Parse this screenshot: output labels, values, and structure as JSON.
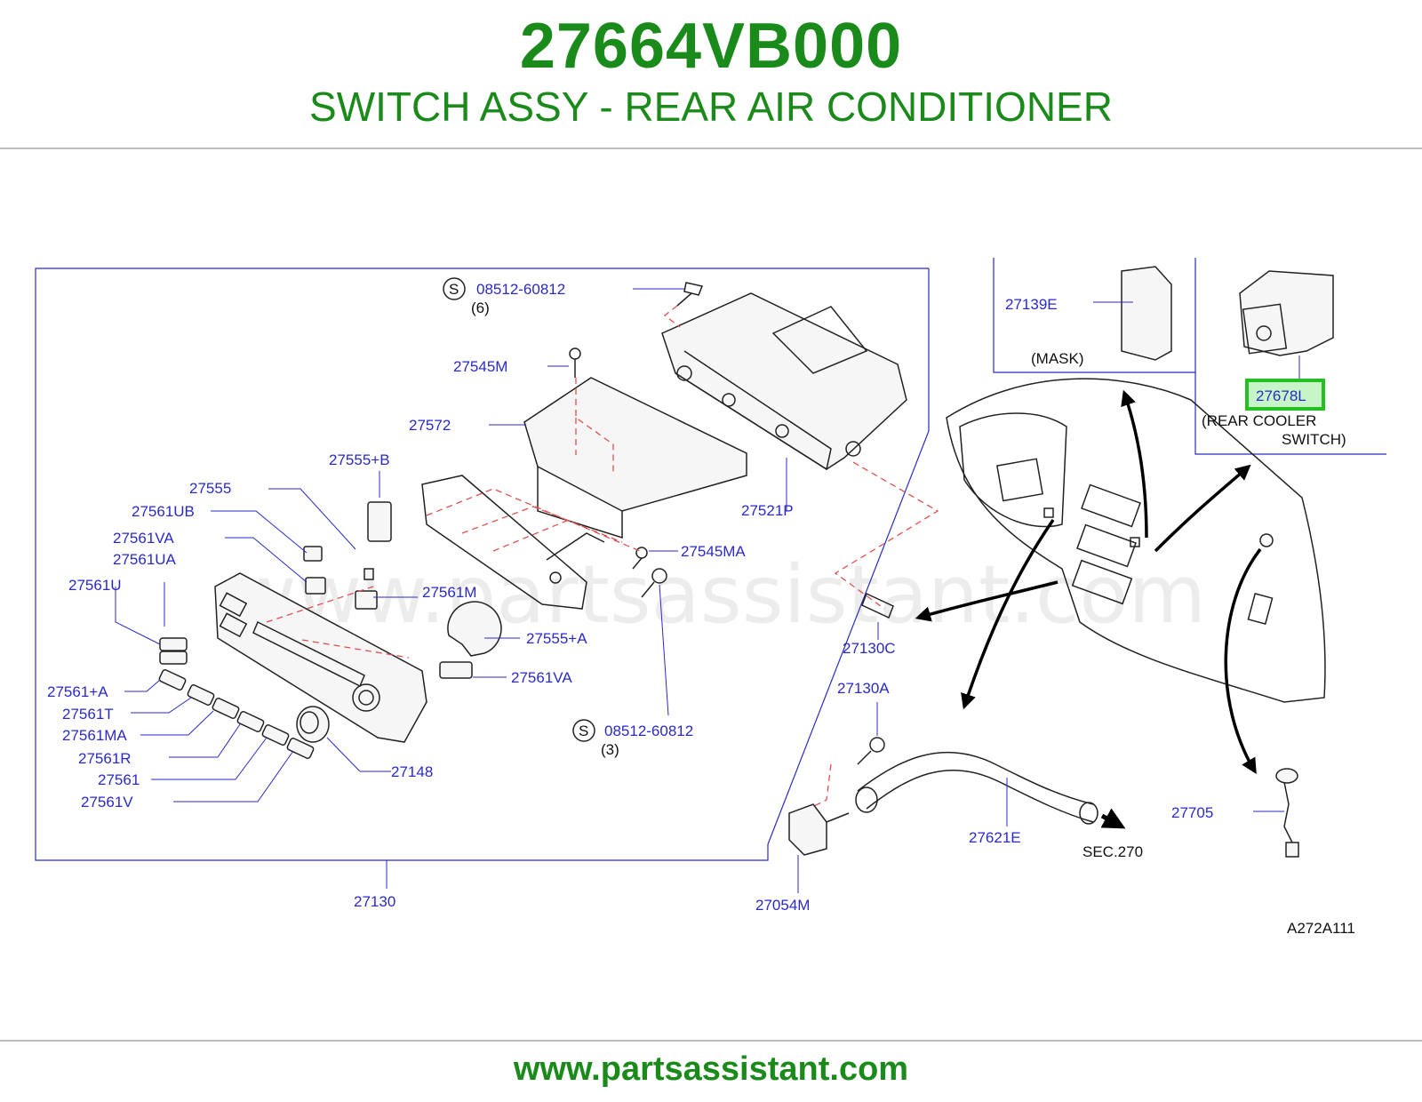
{
  "header": {
    "part_number": "27664VB000",
    "title": "SWITCH ASSY - REAR AIR CONDITIONER"
  },
  "footer": {
    "url": "www.partsassistant.com"
  },
  "diagram": {
    "watermark": "www.partsassistant.com",
    "drawing_code": "A272A111",
    "highlight_color": "#22c022",
    "screw_symbol": "S",
    "labels": {
      "screw_top": "08512-60812",
      "screw_top_qty": "(6)",
      "p27545M": "27545M",
      "p27572": "27572",
      "p27521P": "27521P",
      "p27555B": "27555+B",
      "p27555": "27555",
      "p27561UB": "27561UB",
      "p27561VA": "27561VA",
      "p27561UA": "27561UA",
      "p27561U": "27561U",
      "p27545MA": "27545MA",
      "p27561M": "27561M",
      "p27555A": "27555+A",
      "p27561VA_2": "27561VA",
      "p27561A": "27561+A",
      "p27561T": "27561T",
      "p27561MA": "27561MA",
      "p27561R": "27561R",
      "p27561": "27561",
      "p27561V": "27561V",
      "p27148": "27148",
      "screw_bottom": "08512-60812",
      "screw_bottom_qty": "(3)",
      "p27130": "27130",
      "p27130C": "27130C",
      "p27130A": "27130A",
      "p27054M": "27054M",
      "p27621E": "27621E",
      "sec270": "SEC.270",
      "p27705": "27705",
      "p27139E": "27139E",
      "mask": "(MASK)",
      "p27678L": "27678L",
      "rear_cooler_1": "(REAR   COOLER",
      "rear_cooler_2": "SWITCH)"
    }
  }
}
